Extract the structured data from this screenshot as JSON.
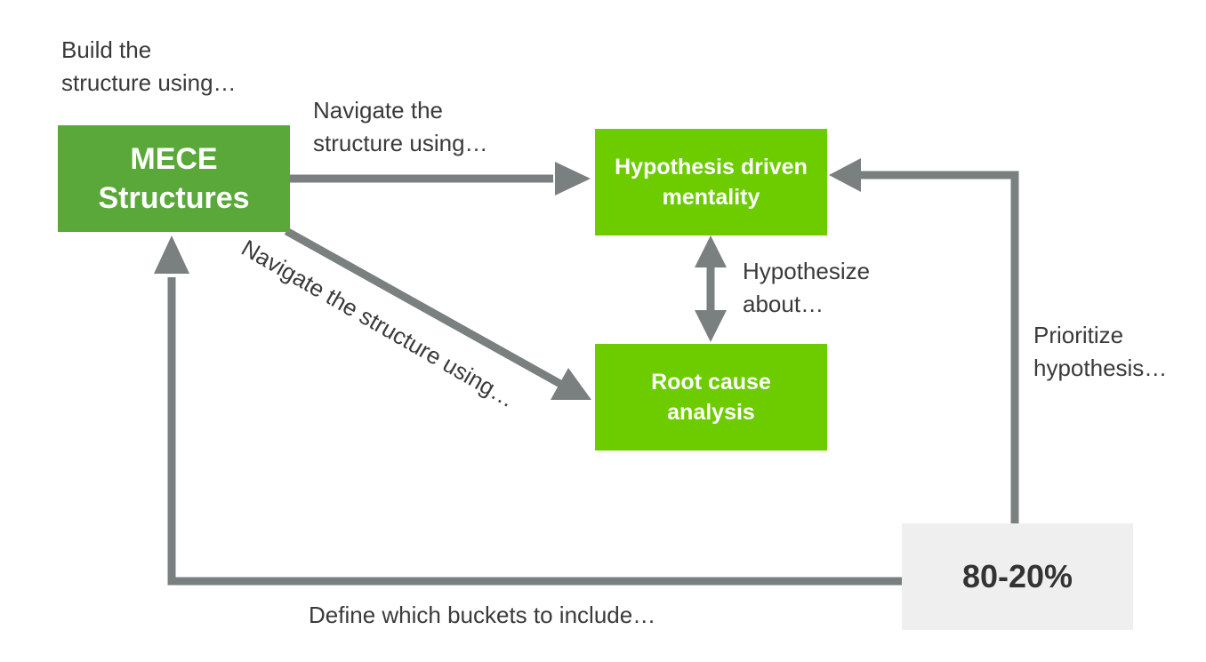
{
  "colors": {
    "mece_box": "#5aa83a",
    "action_box": "#6ccc00",
    "rule_box": "#efefef",
    "arrow": "#7a7f7f",
    "label_text": "#3a3a3a",
    "box_text_dark": "#333333"
  },
  "nodes": {
    "mece": {
      "label": "MECE\nStructures"
    },
    "hypothesis": {
      "label": "Hypothesis driven\nmentality"
    },
    "root_cause": {
      "label": "Root cause\nanalysis"
    },
    "pareto": {
      "label": "80-20%"
    }
  },
  "labels": {
    "build": "Build the\nstructure using…",
    "navigate_top": "Navigate the\nstructure using…",
    "navigate_diag": "Navigate the structure using…",
    "hypothesize": "Hypothesize\nabout…",
    "prioritize": "Prioritize\nhypothesis…",
    "define": "Define which buckets to include…"
  }
}
